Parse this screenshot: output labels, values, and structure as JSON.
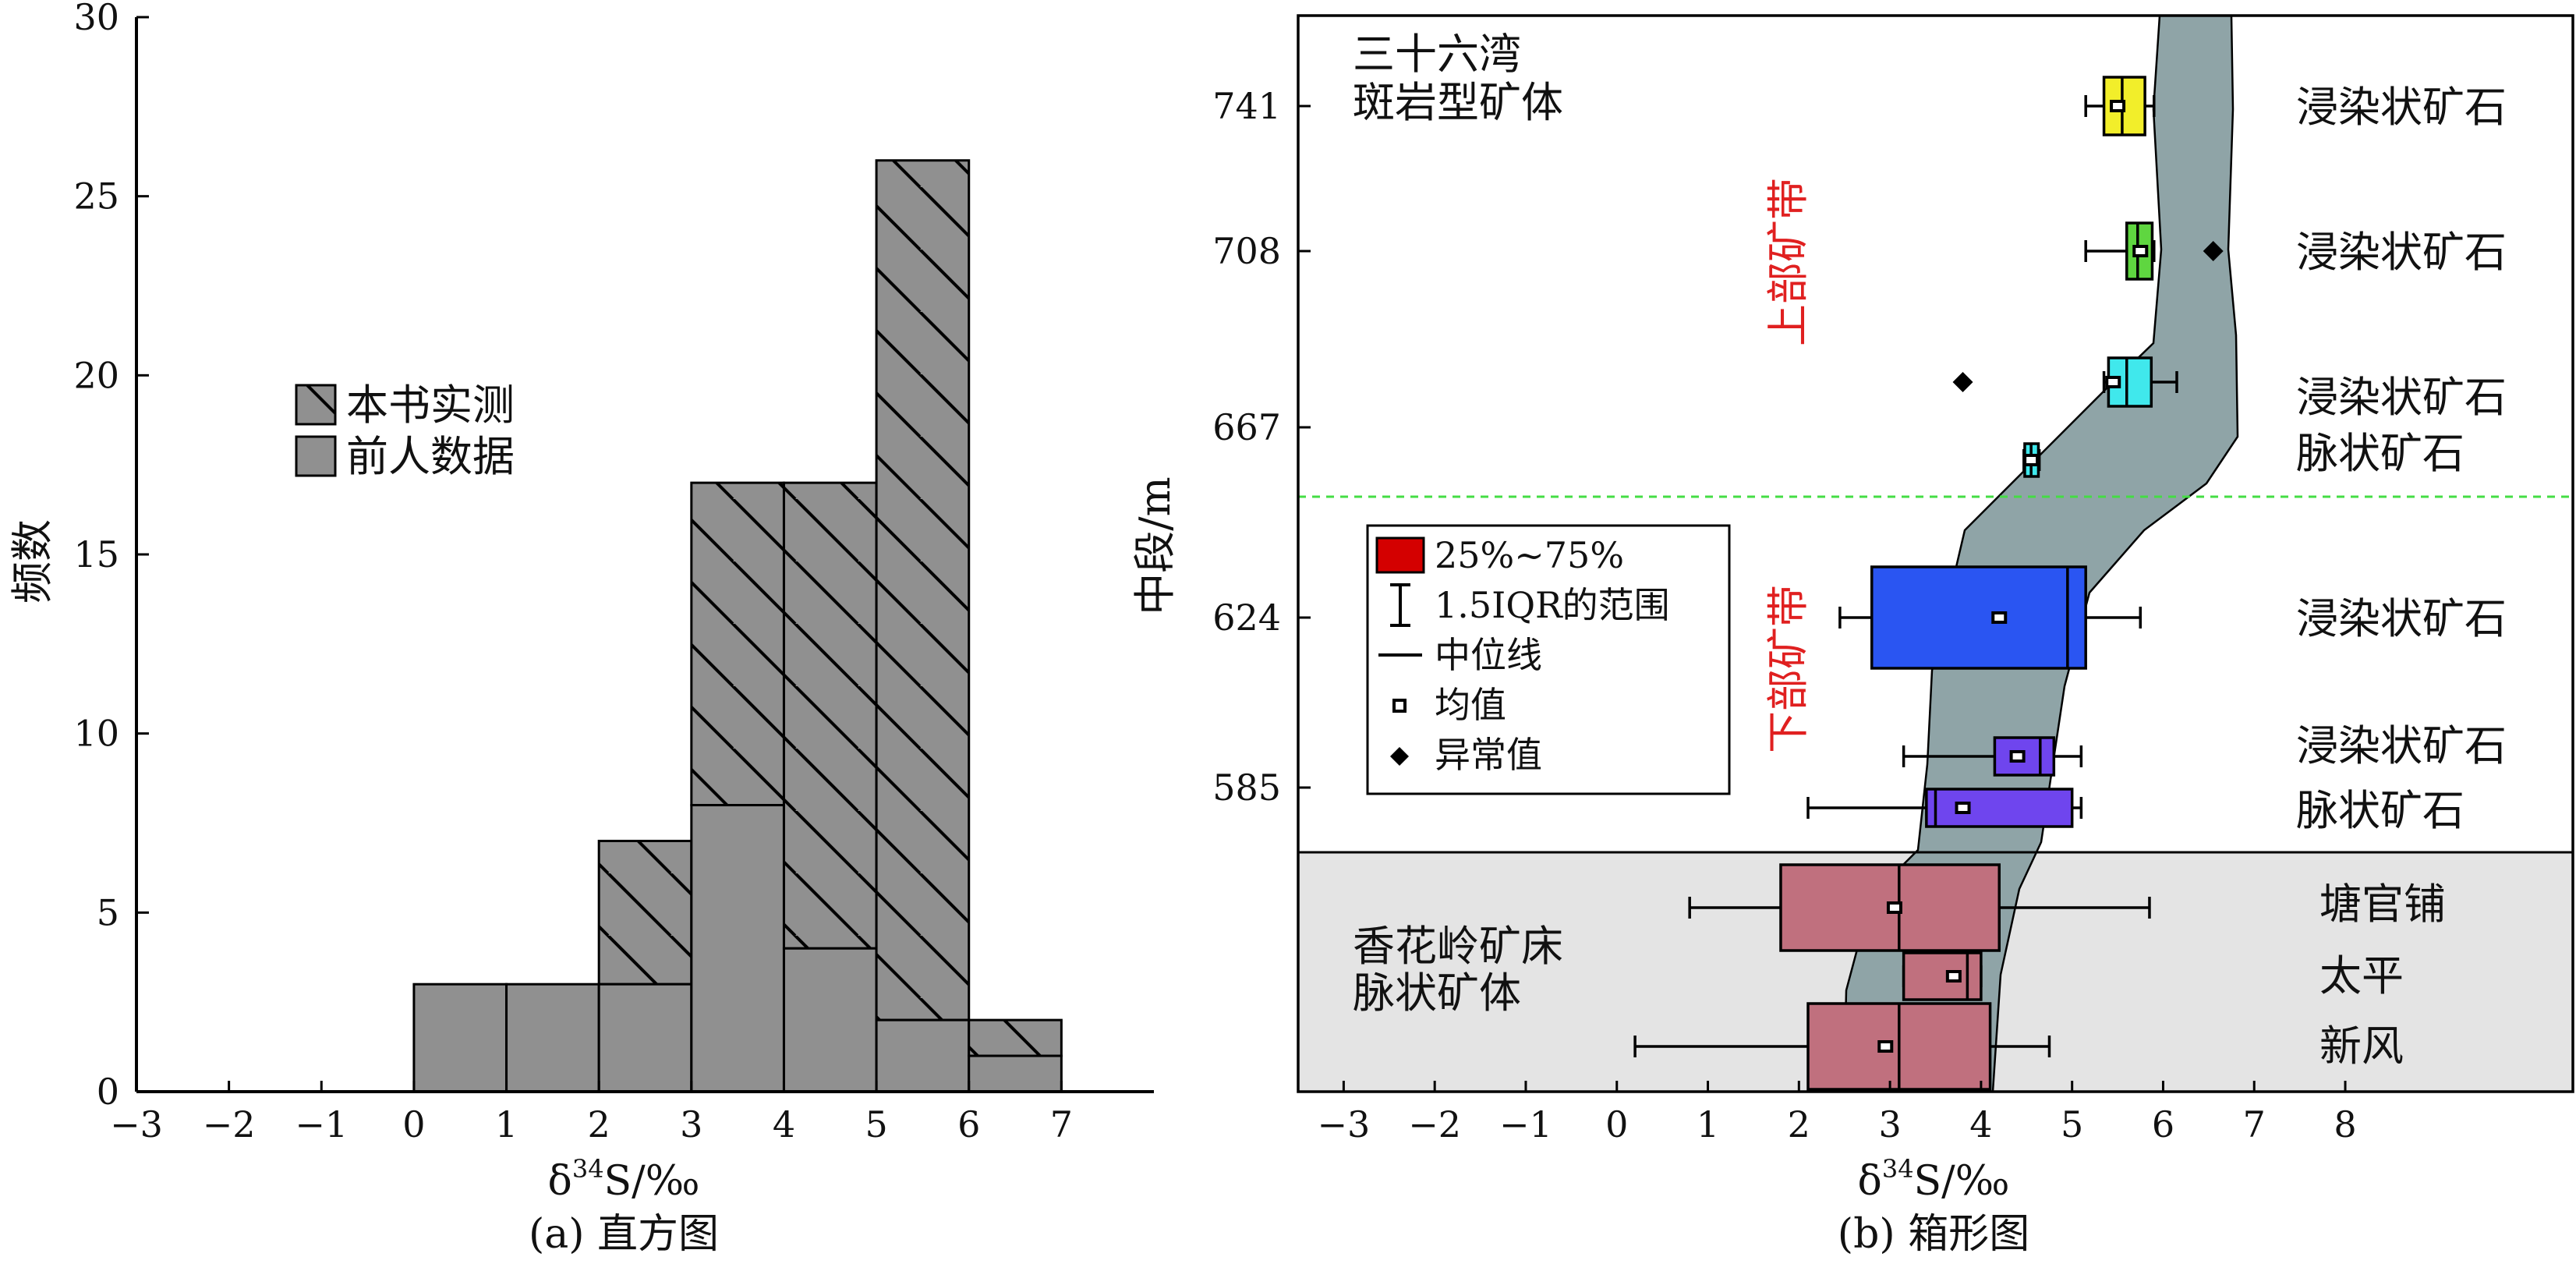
{
  "chart_data": [
    {
      "panel": "a",
      "type": "bar",
      "subtype": "stacked-histogram",
      "caption": "(a) 直方图",
      "xlabel": "δ34S/‰",
      "ylabel": "频数",
      "xlim": [
        -3,
        8
      ],
      "ylim": [
        0,
        30
      ],
      "xticks": [
        "−3",
        "−2",
        "−1",
        "0",
        "1",
        "2",
        "3",
        "4",
        "5",
        "6",
        "7"
      ],
      "yticks": [
        "0",
        "5",
        "10",
        "15",
        "20",
        "25",
        "30"
      ],
      "bins": [
        [
          0,
          1
        ],
        [
          1,
          2
        ],
        [
          2,
          3
        ],
        [
          3,
          4
        ],
        [
          4,
          5
        ],
        [
          5,
          6
        ],
        [
          6,
          7
        ]
      ],
      "series": [
        {
          "name": "前人数据",
          "pattern": "solid-gray",
          "values": [
            3,
            3,
            3,
            8,
            4,
            2,
            1
          ]
        },
        {
          "name": "本书实测",
          "pattern": "hatched",
          "values": [
            0,
            0,
            4,
            9,
            13,
            24,
            1
          ]
        }
      ],
      "legend": {
        "position": "upper-left",
        "entries": [
          "本书实测",
          "前人数据"
        ]
      },
      "colors": {
        "bar": "#909090",
        "hatch": "#000000"
      }
    },
    {
      "panel": "b",
      "type": "box",
      "orientation": "horizontal",
      "caption": "(b) 箱形图",
      "xlabel": "δ34S/‰",
      "ylabel": "中段/m",
      "xlim": [
        -3.5,
        10.5
      ],
      "xticks": [
        "−3",
        "−2",
        "−1",
        "0",
        "1",
        "2",
        "3",
        "4",
        "5",
        "6",
        "7",
        "8"
      ],
      "yticks": [
        "741",
        "708",
        "667",
        "624",
        "585"
      ],
      "groups": [
        {
          "level": "741",
          "label": "浸染状矿石",
          "color": "#f2ee2a",
          "q1": 5.35,
          "median": 5.55,
          "q3": 5.8,
          "whisker_low": 5.15,
          "whisker_high": 5.9,
          "mean": 5.5,
          "outliers": []
        },
        {
          "level": "708",
          "label": "浸染状矿石",
          "color": "#5fd640",
          "q1": 5.6,
          "median": 5.72,
          "q3": 5.88,
          "whisker_low": 5.15,
          "whisker_high": 5.9,
          "mean": 5.75,
          "outliers": [
            6.55
          ]
        },
        {
          "level": "667",
          "label": "浸染状矿石",
          "color": "#40e8ec",
          "q1": 5.4,
          "median": 5.6,
          "q3": 5.87,
          "whisker_low": 5.35,
          "whisker_high": 6.15,
          "mean": 5.45,
          "outliers": [
            3.8
          ]
        },
        {
          "level": "667",
          "label": "脉状矿石",
          "color": "#40e8ec",
          "q1": 4.48,
          "median": 4.55,
          "q3": 4.63,
          "whisker_low": 4.47,
          "whisker_high": 4.64,
          "mean": 4.55,
          "outliers": []
        },
        {
          "level": "624",
          "label": "浸染状矿石",
          "color": "#2a55f2",
          "q1": 2.8,
          "median": 4.95,
          "q3": 5.15,
          "whisker_low": 2.45,
          "whisker_high": 5.75,
          "mean": 4.2,
          "outliers": []
        },
        {
          "level": "585",
          "label": "浸染状矿石",
          "color": "#6f45ee",
          "q1": 4.15,
          "median": 4.65,
          "q3": 4.8,
          "whisker_low": 3.15,
          "whisker_high": 5.1,
          "mean": 4.4,
          "outliers": []
        },
        {
          "level": "585",
          "label": "脉状矿石",
          "color": "#6f45ee",
          "q1": 3.4,
          "median": 3.5,
          "q3": 5.0,
          "whisker_low": 2.1,
          "whisker_high": 5.1,
          "mean": 3.8,
          "outliers": []
        },
        {
          "level": "",
          "label": "塘官铺",
          "color": "#c0707e",
          "q1": 1.8,
          "median": 3.1,
          "q3": 4.2,
          "whisker_low": 0.8,
          "whisker_high": 5.85,
          "mean": 3.05,
          "outliers": []
        },
        {
          "level": "",
          "label": "太平",
          "color": "#c0707e",
          "q1": 3.15,
          "median": 3.85,
          "q3": 4.0,
          "whisker_low": 3.15,
          "whisker_high": 4.0,
          "mean": 3.7,
          "outliers": []
        },
        {
          "level": "",
          "label": "新风",
          "color": "#c0707e",
          "q1": 2.1,
          "median": 3.1,
          "q3": 4.1,
          "whisker_low": 0.2,
          "whisker_high": 4.75,
          "mean": 2.95,
          "outliers": []
        }
      ],
      "annotations": {
        "upper_deposit_line1": "三十六湾",
        "upper_deposit_line2": "斑岩型矿体",
        "upper_zone": "上部矿带",
        "lower_zone": "下部矿带",
        "lower_deposit_line1": "香花岭矿床",
        "lower_deposit_line2": "脉状矿体"
      },
      "legend": {
        "position": "middle-left",
        "entries": [
          "25%~75%",
          "1.5IQR的范围",
          "中位线",
          "均值",
          "异常值"
        ]
      },
      "colors": {
        "band": "#8fa4a7",
        "lower_panel_bg": "#e4e4e4",
        "zone_label": "#e02020",
        "divider": "#44dd44"
      }
    }
  ]
}
